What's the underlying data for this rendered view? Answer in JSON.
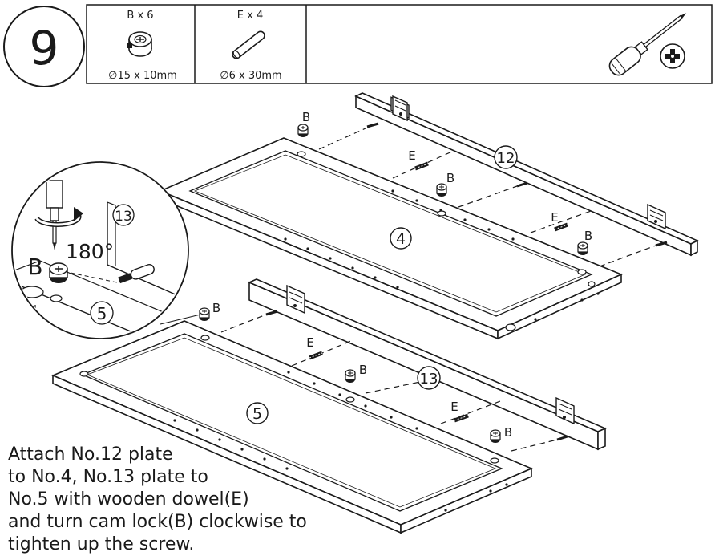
{
  "step": {
    "number": "9"
  },
  "parts": [
    {
      "label": "B x 6",
      "size": "∅15 x 10mm",
      "icon": "cam-lock-icon"
    },
    {
      "label": "E x 4",
      "size": "∅6 x 30mm",
      "icon": "wooden-dowel-icon"
    }
  ],
  "tool": {
    "icon": "phillips-screwdriver-icon"
  },
  "callout": {
    "part": "B",
    "rotation": "180°",
    "plate": "13",
    "panel": "5"
  },
  "panels": {
    "upper": "4",
    "lower": "5"
  },
  "plates": {
    "upper": "12",
    "lower": "13"
  },
  "markers": {
    "cam": "B",
    "dowel": "E"
  },
  "instructions": [
    "Attach No.12 plate",
    "to No.4, No.13 plate to",
    "No.5 with wooden dowel(E)",
    "and turn cam lock(B) clockwise to",
    "tighten up the screw."
  ]
}
